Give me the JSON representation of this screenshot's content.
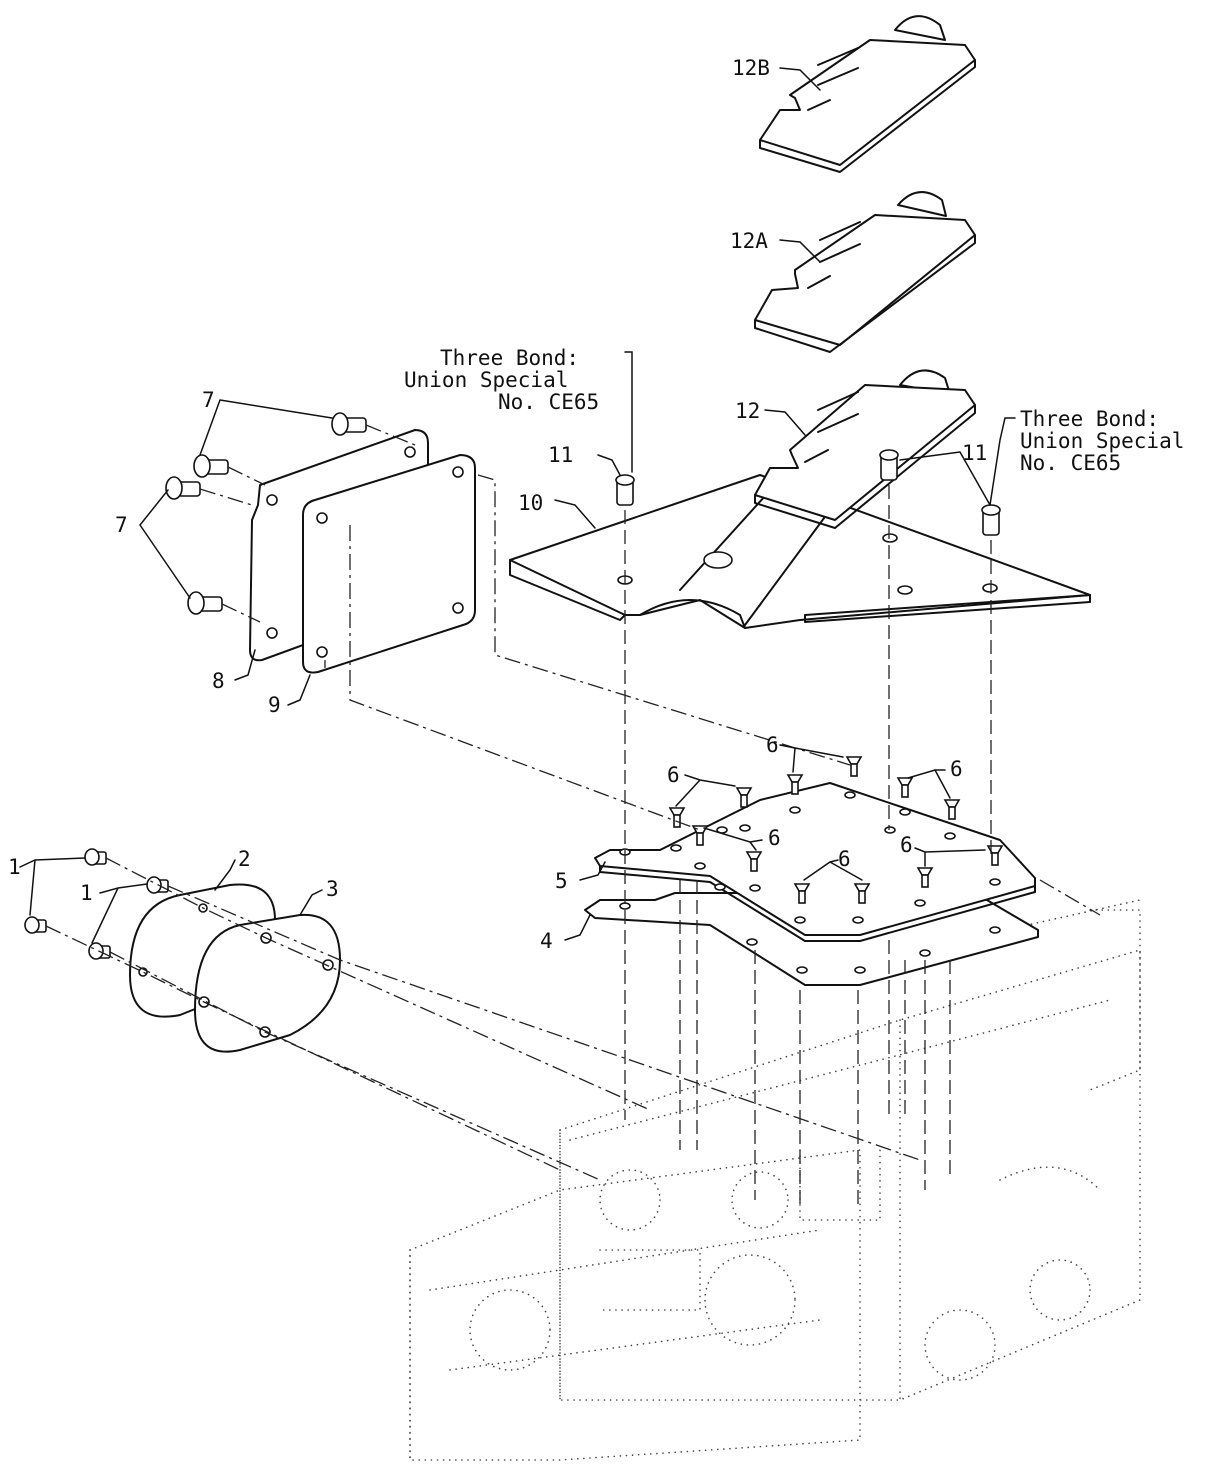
{
  "callouts": {
    "p1": "1",
    "p2": "2",
    "p3": "3",
    "p4": "4",
    "p5": "5",
    "p6": "6",
    "p7": "7",
    "p8": "8",
    "p9": "9",
    "p10": "10",
    "p11": "11",
    "p12": "12",
    "p12a": "12A",
    "p12b": "12B"
  },
  "notes": {
    "left": [
      "Three Bond:",
      "Union Special",
      "No. CE65"
    ],
    "right": [
      "Three Bond:",
      "Union Special",
      "No. CE65"
    ]
  }
}
